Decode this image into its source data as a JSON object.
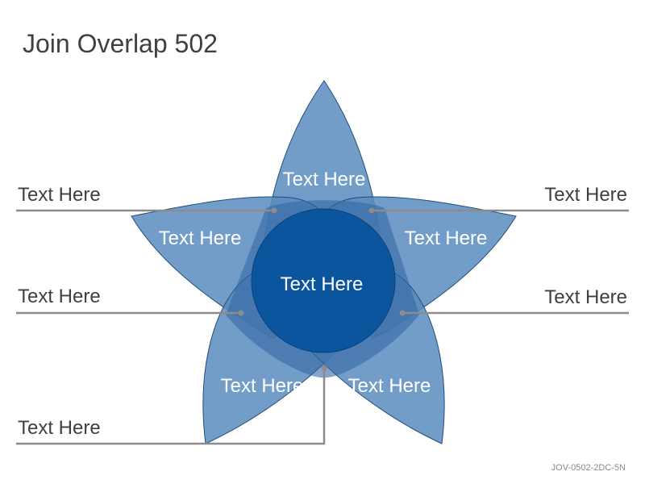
{
  "title": "Join Overlap 502",
  "code": "JOV-0502-2DC-5N",
  "center_label": "Text Here",
  "petals": [
    {
      "label": "Text Here"
    },
    {
      "label": "Text Here"
    },
    {
      "label": "Text Here"
    },
    {
      "label": "Text Here"
    },
    {
      "label": "Text Here"
    }
  ],
  "callouts": [
    {
      "label": "Text Here"
    },
    {
      "label": "Text Here"
    },
    {
      "label": "Text Here"
    },
    {
      "label": "Text Here"
    },
    {
      "label": "Text Here"
    }
  ],
  "colors": {
    "petal_fill": "#5b8cc0",
    "petal_stroke": "#1f4e7a",
    "overlap_fill": "#3468a3",
    "center_fill": "#0b559f",
    "connector": "#8c8c8c"
  }
}
